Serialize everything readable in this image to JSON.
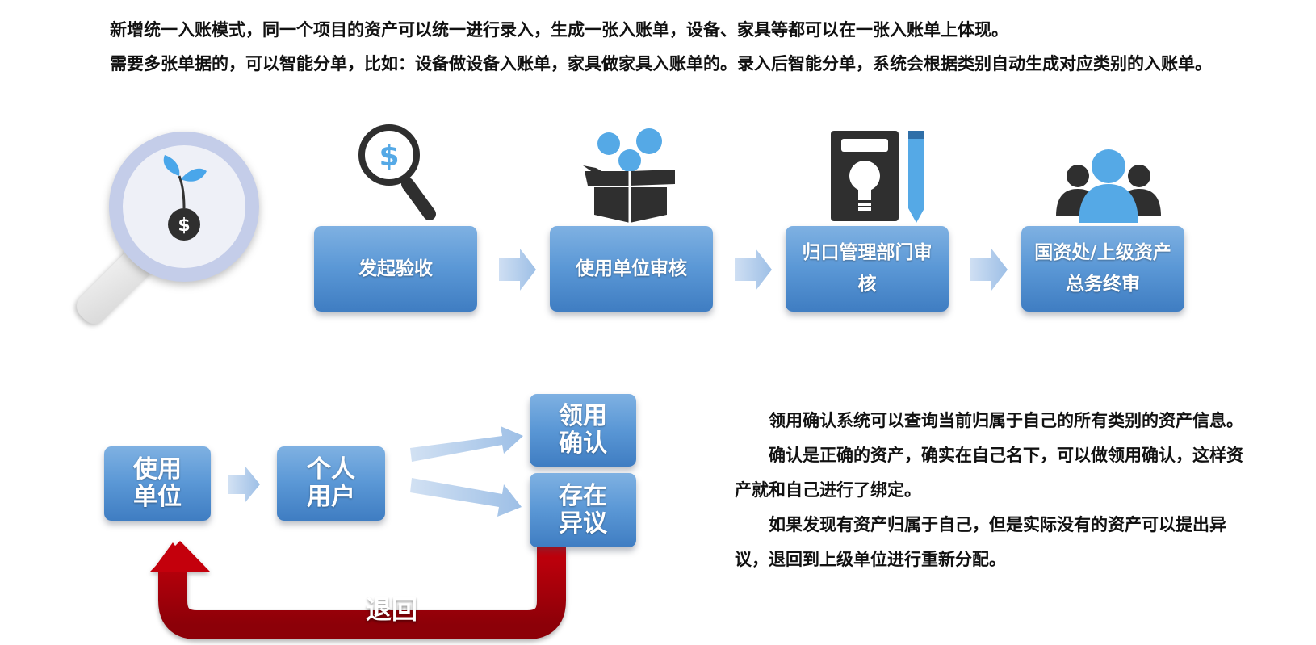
{
  "intro": {
    "paragraph_1": "新增统一入账模式，同一个项目的资产可以统一进行录入，生成一张入账单，设备、家具等都可以在一张入账单上体现。",
    "paragraph_2": "需要多张单据的，可以智能分单，比如：设备做设备入账单，家具做家具入账单的。录入后智能分单，系统会根据类别自动生成对应类别的入账单。"
  },
  "approval_flow": {
    "steps": [
      {
        "label": "发起验收",
        "icon": "search-dollar-icon"
      },
      {
        "label": "使用单位审核",
        "icon": "open-box-icon"
      },
      {
        "label": "归口管理部门审核",
        "icon": "idea-notebook-icon"
      },
      {
        "label": "国资处/上级资产总务终审",
        "icon": "users-group-icon"
      }
    ],
    "hero_icon": "magnifier-money-icon",
    "hero_coin_symbol": "$",
    "magnifier_coin_symbol": "$"
  },
  "claim_flow": {
    "use_unit_label": "使用单位",
    "personal_user_label": "个人用户",
    "confirm_label": "领用确认",
    "dispute_label": "存在异议",
    "return_label": "退回"
  },
  "description": {
    "paragraph_1": "领用确认系统可以查询当前归属于自己的所有类别的资产信息。",
    "paragraph_2": "确认是正确的资产，确实在自己名下，可以做领用确认，这样资产就和自己进行了绑定。",
    "paragraph_3": "如果发现有资产归属于自己，但是实际没有的资产可以提出异议，退回到上级单位进行重新分配。"
  },
  "colors": {
    "box_blue": "#5b98d6",
    "arrow_light_blue": "#a9c7ea",
    "icon_dark": "#2f2f2f",
    "icon_blue": "#55a9e6",
    "return_red": "#b0000a",
    "hero_ring": "#c4cde9",
    "hero_leaf": "#49a6ea"
  }
}
